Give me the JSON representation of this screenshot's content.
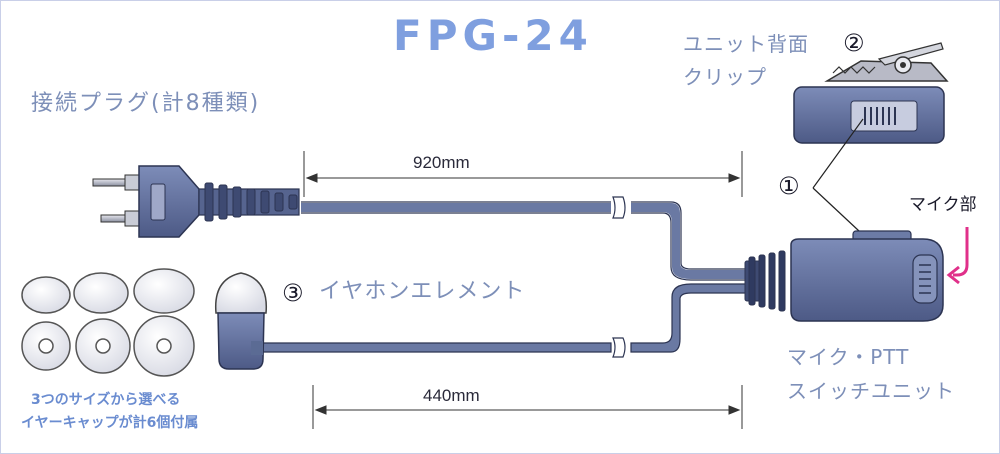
{
  "title": "FPG-24",
  "labels": {
    "plug": "接続プラグ(計8種類)",
    "clip_line1": "ユニット背面",
    "clip_line2": "クリップ",
    "mic_part": "マイク部",
    "earphone": "イヤホンエレメント",
    "ptt_line1": "マイク・PTT",
    "ptt_line2": "スイッチユニット",
    "caps_line1": "3つのサイズから選べる",
    "caps_line2": "イヤーキャップが計6個付属"
  },
  "markers": {
    "one": "①",
    "two": "②",
    "three": "③"
  },
  "dimensions": {
    "upper": "920mm",
    "lower": "440mm"
  },
  "colors": {
    "title": "#7f9fdf",
    "label": "#7d8fb8",
    "cable": "#5b6b94",
    "body": "#5f6f9c",
    "arrow": "#e0308a"
  }
}
